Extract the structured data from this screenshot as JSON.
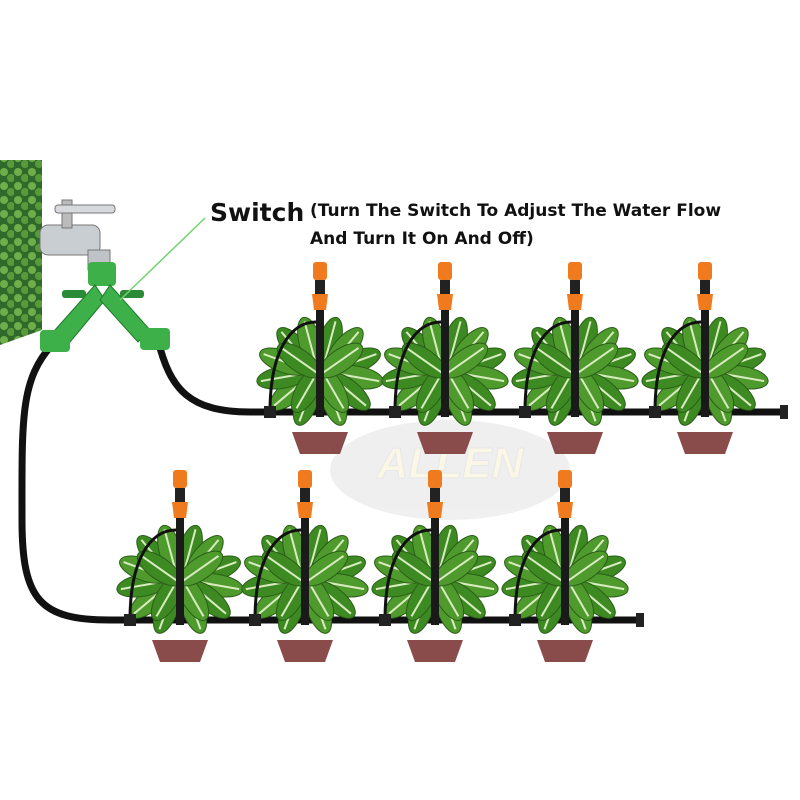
{
  "caption": {
    "label": "Switch",
    "description_line1": "(Turn The Switch To Adjust The Water Flow",
    "description_line2": "And Turn It On And Off)"
  },
  "watermark": "ALLEN",
  "colors": {
    "hose": "#111111",
    "leaf": "#4f9a2c",
    "leaf_vein": "#d8ecc0",
    "nozzle": "#f07a1e",
    "valve": "#3db04a",
    "pot": "#8a4b4b"
  },
  "plants": {
    "top_row_count": 4,
    "bottom_row_count": 4
  }
}
